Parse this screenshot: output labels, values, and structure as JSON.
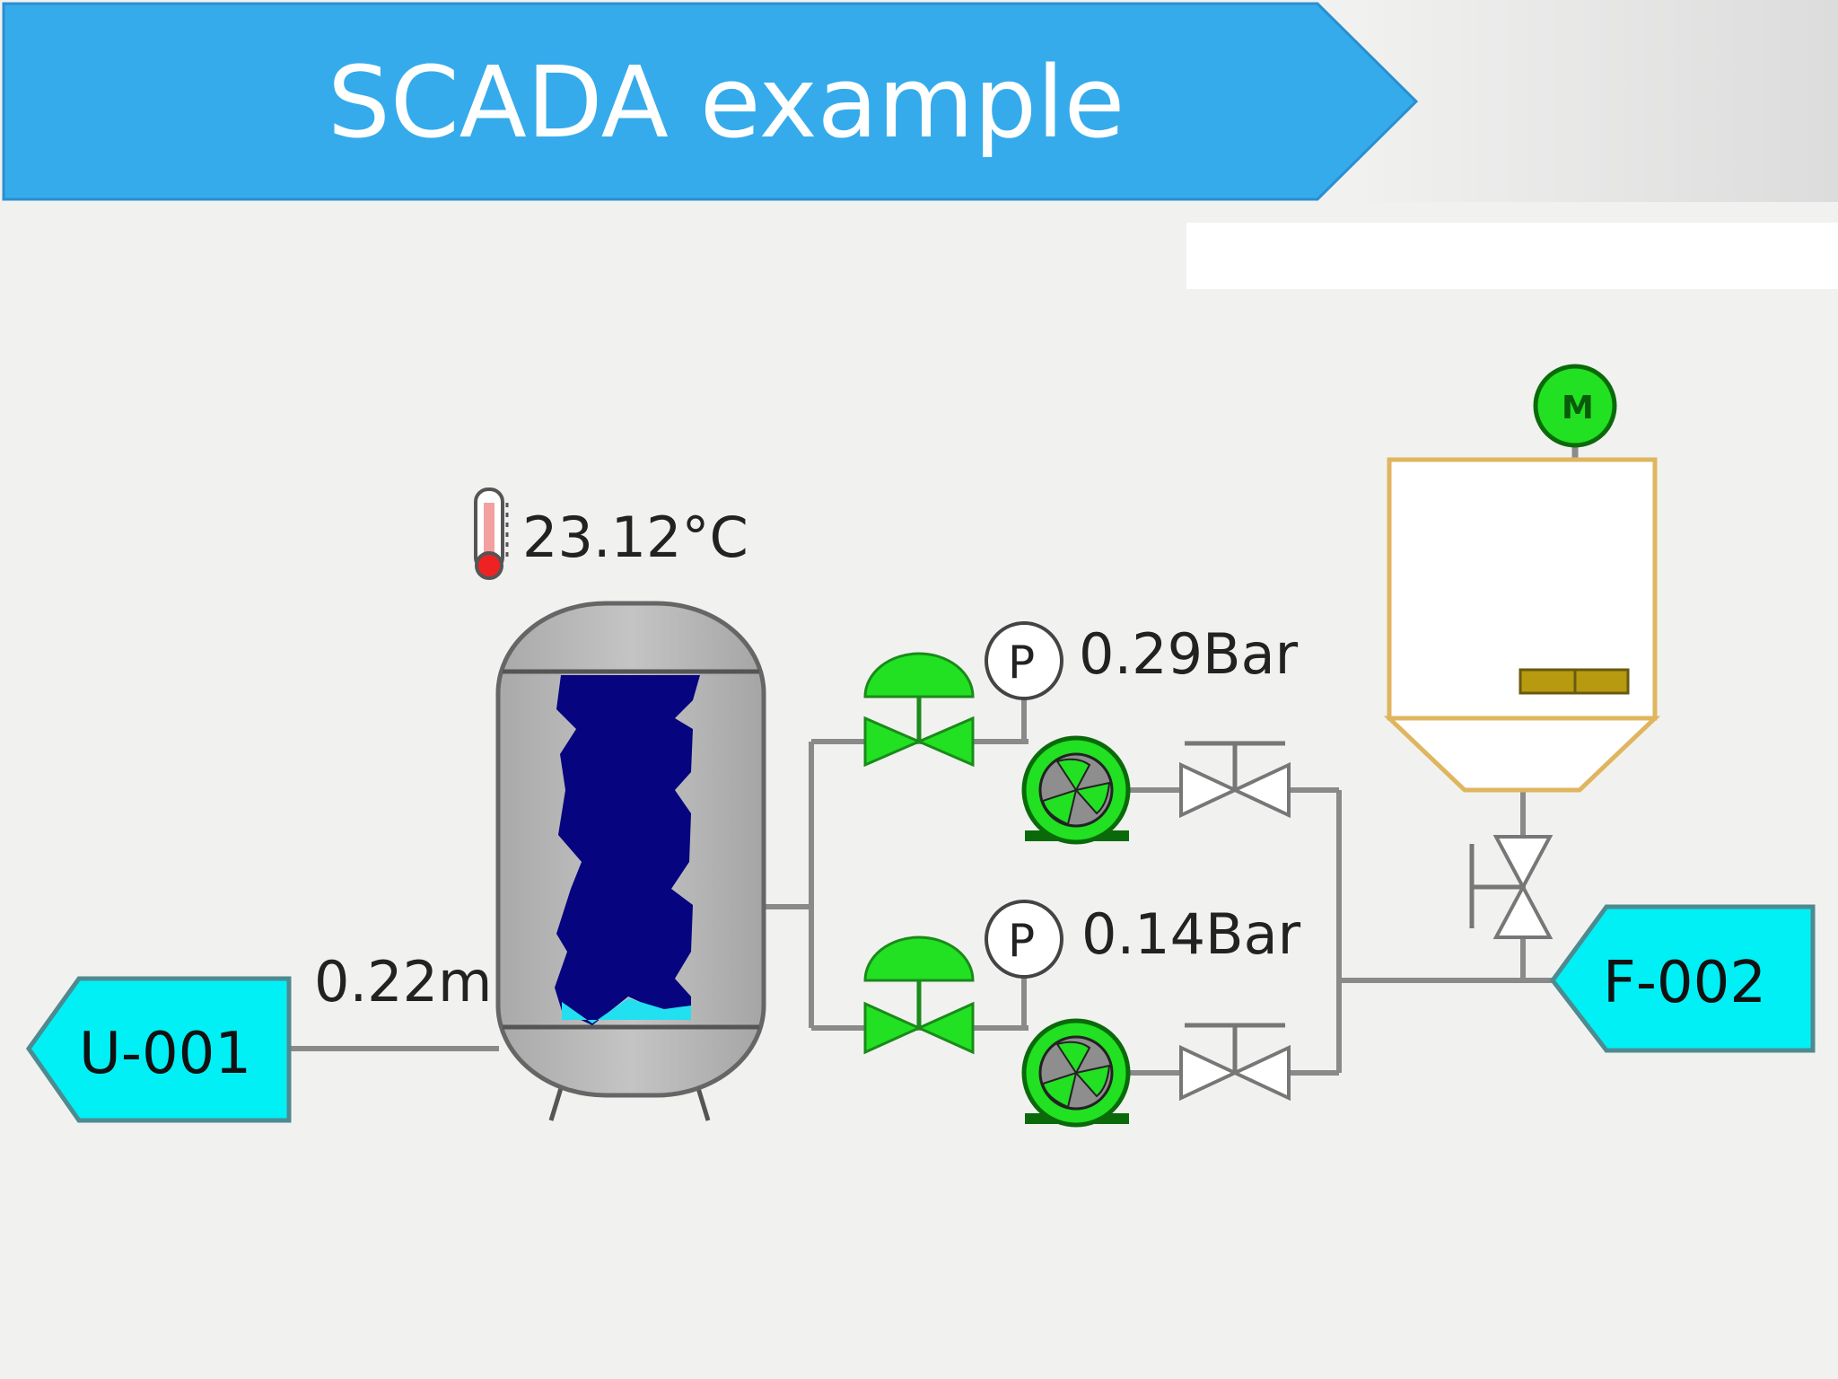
{
  "slide": {
    "title": "SCADA  example",
    "colors": {
      "banner": "#35abeb",
      "background": "#f1f2f0",
      "tank_liquid": "#06047f",
      "tag_fill": "#00f0f5",
      "device_green": "#22e022"
    }
  },
  "process": {
    "temperature": "23.12°C",
    "level": "0.22m",
    "pressure_top": "0.29Bar",
    "pressure_bottom": "0.14Bar",
    "source_tag": "U-001",
    "dest_tag": "F-002",
    "pressure_symbol": "P",
    "motor_symbol": "M"
  }
}
